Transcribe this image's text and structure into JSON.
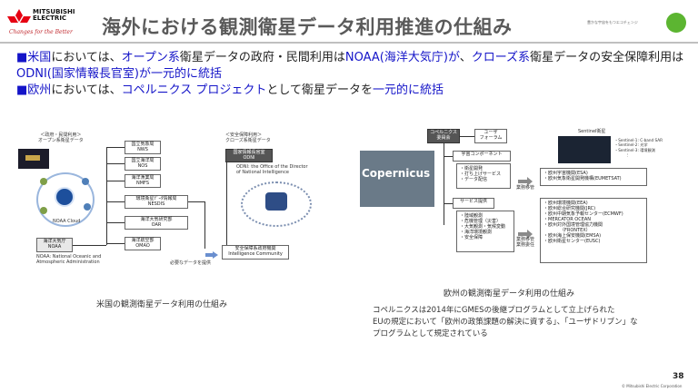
{
  "header": {
    "logo_brand_line1": "MITSUBISHI",
    "logo_brand_line2": "ELECTRIC",
    "logo_tagline": "Changes for the Better",
    "title": "海外における観測衛星データ利用推進の仕組み",
    "right_tagline": "豊かな宇宙をもつエコチェンジ"
  },
  "bullets": [
    {
      "marker": "■",
      "parts": [
        {
          "text": "米国",
          "color": "blue"
        },
        {
          "text": "においては、",
          "color": "dark"
        },
        {
          "text": "オープン系",
          "color": "blue"
        },
        {
          "text": "衛星データの政府・民間利用は",
          "color": "dark"
        },
        {
          "text": "NOAA(海洋大気庁)が",
          "color": "blue"
        },
        {
          "text": "、",
          "color": "dark"
        },
        {
          "text": "クローズ系",
          "color": "blue"
        },
        {
          "text": "衛星データの安全保障利用は",
          "color": "dark"
        }
      ],
      "cont": [
        {
          "text": "ODNI(国家情報長官室)が一元的に統括",
          "color": "blue"
        }
      ]
    },
    {
      "marker": "■",
      "parts": [
        {
          "text": "欧州",
          "color": "blue"
        },
        {
          "text": "においては、",
          "color": "dark"
        },
        {
          "text": "コペルニクス プロジェクト",
          "color": "blue"
        },
        {
          "text": "として衛星データを",
          "color": "dark"
        },
        {
          "text": "一元的に統括",
          "color": "blue"
        }
      ]
    }
  ],
  "us_diagram": {
    "open_label1": "＜政府・民間利用＞",
    "open_label2": "オープン系衛星データ",
    "noaa_cloud": "NOAA Cloud",
    "noaa_box": "海洋大気庁\nNOAA",
    "noaa_note1": "NOAA: National Oceanic and",
    "noaa_note2": "Atmospheric Administration",
    "nws": "国立気象局\nNWS",
    "nos": "国立海洋局\nNOS",
    "nmfs": "海洋漁業局\nNMFS",
    "nesdis": "環境衛星ﾃﾞｰﾀ情報局\nNESDIS",
    "oar": "海洋大気研究部\nOAR",
    "omao": "海洋航空部\nOMAO",
    "close_label1": "＜安全保障利用＞",
    "close_label2": "クローズ系衛星データ",
    "odni_box": "国家情報長官室\nODNI",
    "odni_note1": "ODNI: the Office of the Director",
    "odni_note2": "of National Intelligence",
    "ic_box": "安全保障系政府機関\nIntelligence Community",
    "supply_label": "必要なデータを提供",
    "caption": "米国の観測衛星データ利用の仕組み"
  },
  "eu_diagram": {
    "committee": "コペルニクス\n委員会",
    "user_forum": "ユーザ\nフォーラム",
    "copernicus_logo": "Copernicus",
    "space_component": "宇宙コンポーネント",
    "space_items": [
      "衛星開発",
      "打ち上げサービス",
      "データ配信"
    ],
    "space_right": [
      "欧州宇宙機関(ESA)",
      "欧州気象衛星開発機構(EUMETSAT)"
    ],
    "sentinel_title": "Sentinel衛星",
    "sentinel_items": [
      "Sentinel-1: C-band SAR",
      "Sentinel-2: 光学",
      "Sentinel-3: 環境観測"
    ],
    "sentinel_more": "⋮",
    "service": "サービス提供",
    "service_items": [
      "陸域観測",
      "危機管理（災害）",
      "大気観測・気候変動",
      "海洋環境観測",
      "安全保障"
    ],
    "service_right": [
      "欧州環境機関(EEA)",
      "欧州総合研究機関(JRC)",
      "欧州中期気象予報センター(ECMWF)",
      "MERCATOR OCEAN",
      "欧州対外国境管理協力機関",
      "（FRONTEX）",
      "欧州海上保安機関(EMSA)",
      "欧州衛星センター(EUSC)"
    ],
    "delegate1": "業務移管",
    "delegate2": "業務移管\n業務委任",
    "caption": "欧州の観測衛星データ利用の仕組み"
  },
  "note": {
    "line1": "コペルニクスは2014年にGMESの後継プログラムとして立上げられた",
    "line2": "EUの規定において「欧州の政策課題の解決に資する」、「ユーザドリブン」な",
    "line3": "プログラムとして規定されている"
  },
  "footer": {
    "page": "38",
    "copyright": "© Mitsubishi Electric Corporation"
  },
  "colors": {
    "blue": "#1414c8",
    "dark": "#222222",
    "title_gray": "#5a5a5a"
  }
}
